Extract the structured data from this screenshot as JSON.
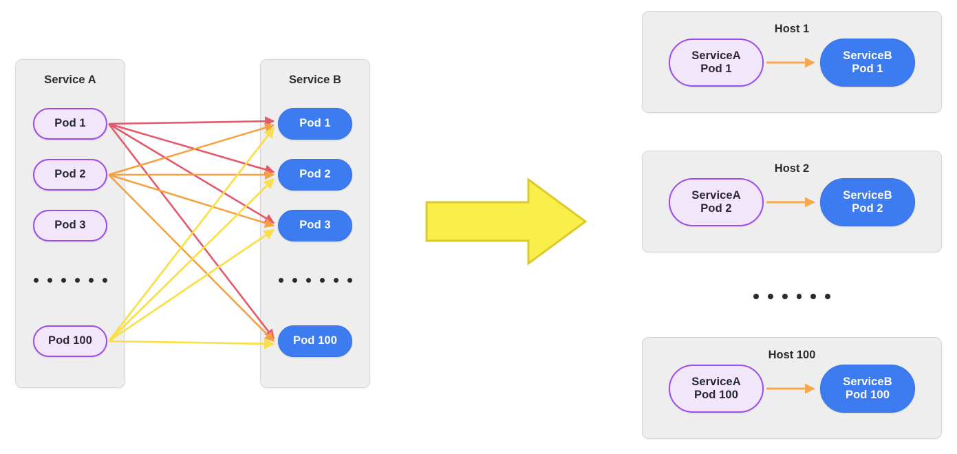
{
  "diagram": {
    "title_hidden": "",
    "colors": {
      "panel_bg": "#eeeeef",
      "panel_border": "#d6d6d8",
      "pod_purple_fill": "#f2e6fb",
      "pod_purple_border": "#9c4ce8",
      "pod_blue_fill": "#3d7bf0",
      "edge_red": "#e4596a",
      "edge_orange": "#f5a142",
      "edge_yellow": "#f9e04a",
      "big_arrow_fill": "#f9ee4a",
      "big_arrow_border": "#dcc92b",
      "host_arrow": "#f5a94a",
      "text_dark": "#2b2b30",
      "text_light": "#ffffff"
    }
  },
  "left": {
    "service_a": {
      "title": "Service A",
      "pods": [
        {
          "label": "Pod 1"
        },
        {
          "label": "Pod 2"
        },
        {
          "label": "Pod 3"
        },
        {
          "label": "Pod 100"
        }
      ],
      "ellipsis_dot_count": 6
    },
    "service_b": {
      "title": "Service B",
      "pods": [
        {
          "label": "Pod 1"
        },
        {
          "label": "Pod 2"
        },
        {
          "label": "Pod 3"
        },
        {
          "label": "Pod 100"
        }
      ],
      "ellipsis_dot_count": 6
    },
    "connections": [
      {
        "from": "Pod 1",
        "to": "Pod 1",
        "color": "#e4596a"
      },
      {
        "from": "Pod 1",
        "to": "Pod 2",
        "color": "#e4596a"
      },
      {
        "from": "Pod 1",
        "to": "Pod 3",
        "color": "#e4596a"
      },
      {
        "from": "Pod 1",
        "to": "Pod 100",
        "color": "#e4596a"
      },
      {
        "from": "Pod 2",
        "to": "Pod 1",
        "color": "#f5a142"
      },
      {
        "from": "Pod 2",
        "to": "Pod 2",
        "color": "#f5a142"
      },
      {
        "from": "Pod 2",
        "to": "Pod 3",
        "color": "#f5a142"
      },
      {
        "from": "Pod 2",
        "to": "Pod 100",
        "color": "#f5a142"
      },
      {
        "from": "Pod 100",
        "to": "Pod 1",
        "color": "#f9e04a"
      },
      {
        "from": "Pod 100",
        "to": "Pod 2",
        "color": "#f9e04a"
      },
      {
        "from": "Pod 100",
        "to": "Pod 3",
        "color": "#f9e04a"
      },
      {
        "from": "Pod 100",
        "to": "Pod 100",
        "color": "#f9e04a"
      }
    ]
  },
  "transform_arrow": {
    "direction": "right",
    "label": ""
  },
  "right": {
    "ellipsis_dot_count": 6,
    "hosts": [
      {
        "title": "Host 1",
        "source": {
          "line1": "ServiceA",
          "line2": "Pod 1"
        },
        "target": {
          "line1": "ServiceB",
          "line2": "Pod 1"
        }
      },
      {
        "title": "Host 2",
        "source": {
          "line1": "ServiceA",
          "line2": "Pod 2"
        },
        "target": {
          "line1": "ServiceB",
          "line2": "Pod 2"
        }
      },
      {
        "title": "Host 100",
        "source": {
          "line1": "ServiceA",
          "line2": "Pod 100"
        },
        "target": {
          "line1": "ServiceB",
          "line2": "Pod 100"
        }
      }
    ]
  }
}
